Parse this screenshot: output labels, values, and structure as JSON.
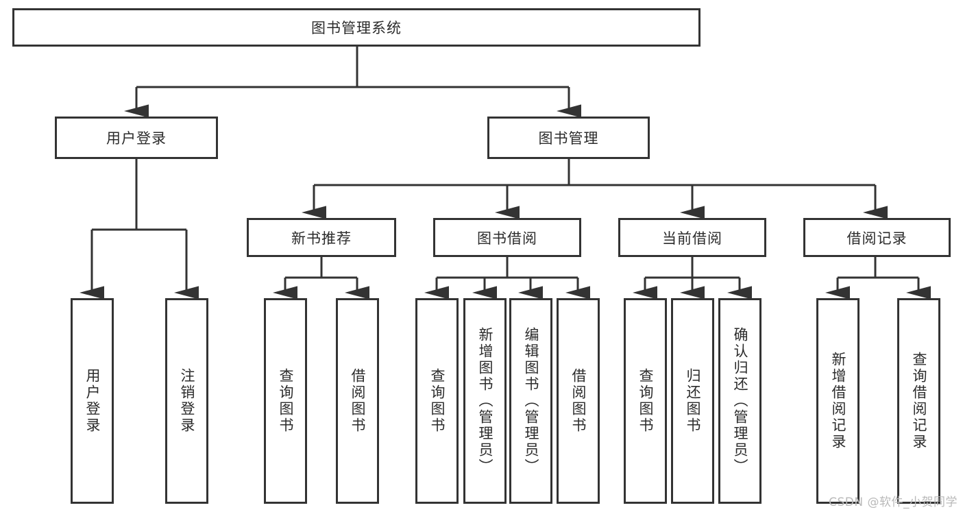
{
  "diagram": {
    "type": "tree",
    "title_node": "图书管理系统",
    "watermark": "CSDN @软件_小贺同学",
    "colors": {
      "stroke": "#333333",
      "fill": "#ffffff",
      "text": "#2b2b2b",
      "watermark": "#b9b9b9"
    },
    "nodes": {
      "root": {
        "label": "图书管理系统",
        "orientation": "horizontal"
      },
      "l2": [
        {
          "id": "user-login",
          "label": "用户登录",
          "orientation": "horizontal"
        },
        {
          "id": "book-manage",
          "label": "图书管理",
          "orientation": "horizontal"
        }
      ],
      "l3": [
        {
          "id": "new-book-rec",
          "label": "新书推荐",
          "orientation": "horizontal"
        },
        {
          "id": "book-borrow",
          "label": "图书借阅",
          "orientation": "horizontal"
        },
        {
          "id": "current-borrow",
          "label": "当前借阅",
          "orientation": "horizontal"
        },
        {
          "id": "borrow-record",
          "label": "借阅记录",
          "orientation": "horizontal"
        }
      ],
      "leaves": [
        {
          "id": "leaf-user-login",
          "label": "用户登录",
          "orientation": "vertical",
          "parent": "user-login"
        },
        {
          "id": "leaf-logout",
          "label": "注销登录",
          "orientation": "vertical",
          "parent": "user-login"
        },
        {
          "id": "leaf-query-book-1",
          "label": "查询图书",
          "orientation": "vertical",
          "parent": "new-book-rec"
        },
        {
          "id": "leaf-borrow-book-1",
          "label": "借阅图书",
          "orientation": "vertical",
          "parent": "new-book-rec"
        },
        {
          "id": "leaf-query-book-2",
          "label": "查询图书",
          "orientation": "vertical",
          "parent": "book-borrow"
        },
        {
          "id": "leaf-add-book",
          "label": "新增图书（管理员）",
          "orientation": "vertical",
          "parent": "book-borrow"
        },
        {
          "id": "leaf-edit-book",
          "label": "编辑图书（管理员）",
          "orientation": "vertical",
          "parent": "book-borrow"
        },
        {
          "id": "leaf-borrow-book-2",
          "label": "借阅图书",
          "orientation": "vertical",
          "parent": "book-borrow"
        },
        {
          "id": "leaf-query-book-3",
          "label": "查询图书",
          "orientation": "vertical",
          "parent": "current-borrow"
        },
        {
          "id": "leaf-return-book",
          "label": "归还图书",
          "orientation": "vertical",
          "parent": "current-borrow"
        },
        {
          "id": "leaf-confirm-return",
          "label": "确认归还（管理员）",
          "orientation": "vertical",
          "parent": "current-borrow"
        },
        {
          "id": "leaf-add-record",
          "label": "新增借阅记录",
          "orientation": "vertical",
          "parent": "borrow-record"
        },
        {
          "id": "leaf-query-record",
          "label": "查询借阅记录",
          "orientation": "vertical",
          "parent": "borrow-record"
        }
      ]
    }
  }
}
